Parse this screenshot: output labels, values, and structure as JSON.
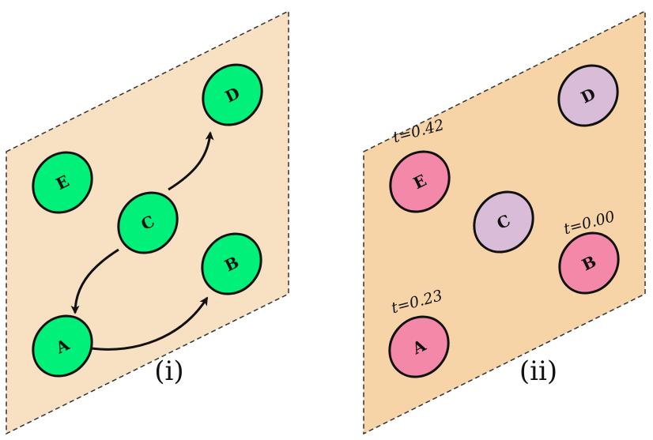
{
  "colors": {
    "panel1_fill": "#f8e0c2",
    "panel2_fill": "#f6d4a8",
    "panel_border": "#333333",
    "node_green": "#00f07a",
    "node_pink": "#f488a8",
    "node_lavender": "#d8bcd8",
    "node_stroke": "#111111"
  },
  "panel1": {
    "caption": "(i)",
    "nodes": {
      "A": {
        "label": "A"
      },
      "B": {
        "label": "B"
      },
      "C": {
        "label": "C"
      },
      "D": {
        "label": "D"
      },
      "E": {
        "label": "E"
      }
    },
    "edges": [
      {
        "from": "C",
        "to": "D"
      },
      {
        "from": "C",
        "to": "A"
      },
      {
        "from": "A",
        "to": "B"
      }
    ]
  },
  "panel2": {
    "caption": "(ii)",
    "nodes": {
      "A": {
        "label": "A",
        "state": "pink",
        "time": "t=0.23"
      },
      "B": {
        "label": "B",
        "state": "pink",
        "time": "t=0.00"
      },
      "C": {
        "label": "C",
        "state": "lavender",
        "time": ""
      },
      "D": {
        "label": "D",
        "state": "lavender",
        "time": ""
      },
      "E": {
        "label": "E",
        "state": "pink",
        "time": "t=0.42"
      }
    }
  }
}
